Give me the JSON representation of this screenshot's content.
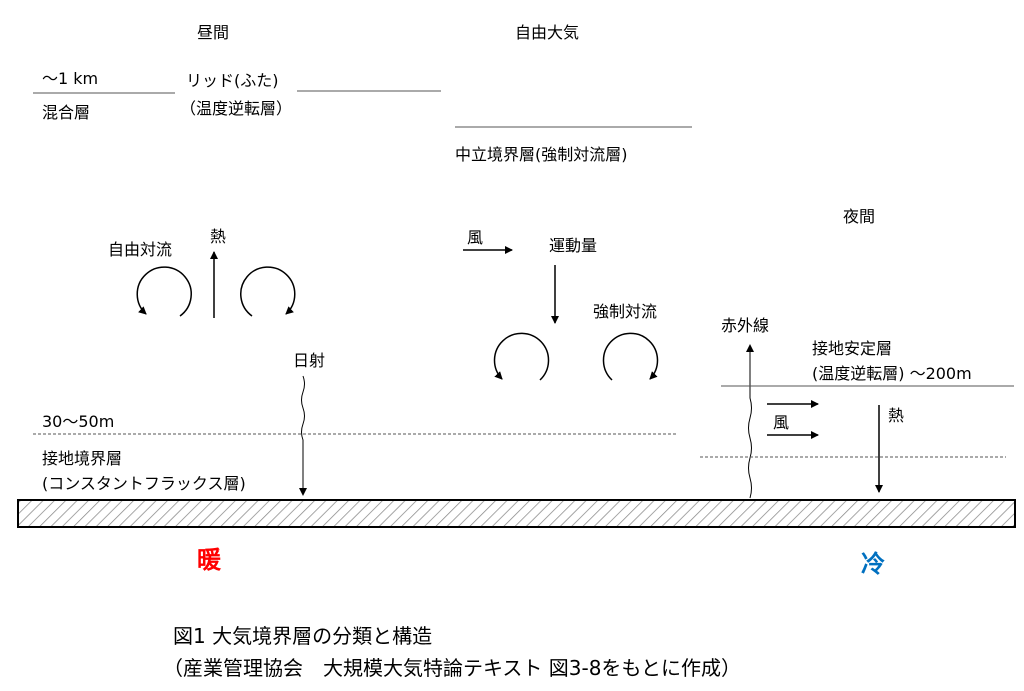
{
  "labels": {
    "daytime": "昼間",
    "free_atmosphere": "自由大気",
    "mixed_height": "〜1 km",
    "mixed_layer": "混合層",
    "lid": "リッド(ふた)",
    "lid_inversion": "（温度逆転層）",
    "neutral_layer": "中立境界層(強制対流層)",
    "nighttime": "夜間",
    "free_convection": "自由対流",
    "heat_up": "熱",
    "wind_day": "風",
    "momentum": "運動量",
    "forced_convection": "強制対流",
    "solar": "日射",
    "surface_height": "30〜50m",
    "surface_layer": "接地境界層",
    "constant_flux": "(コンスタントフラックス層)",
    "infrared": "赤外線",
    "stable_layer": "接地安定層",
    "stable_inversion": "(温度逆転層) 〜200m",
    "wind_night": "風",
    "heat_down": "熱",
    "warm": "暖",
    "cold": "冷"
  },
  "caption": {
    "line1": "図1  大気境界層の分類と構造",
    "line2": "（産業管理協会　大規模大気特論テキスト 図3-8をもとに作成）"
  },
  "colors": {
    "warm": "#ff0000",
    "cold": "#0070c0"
  }
}
